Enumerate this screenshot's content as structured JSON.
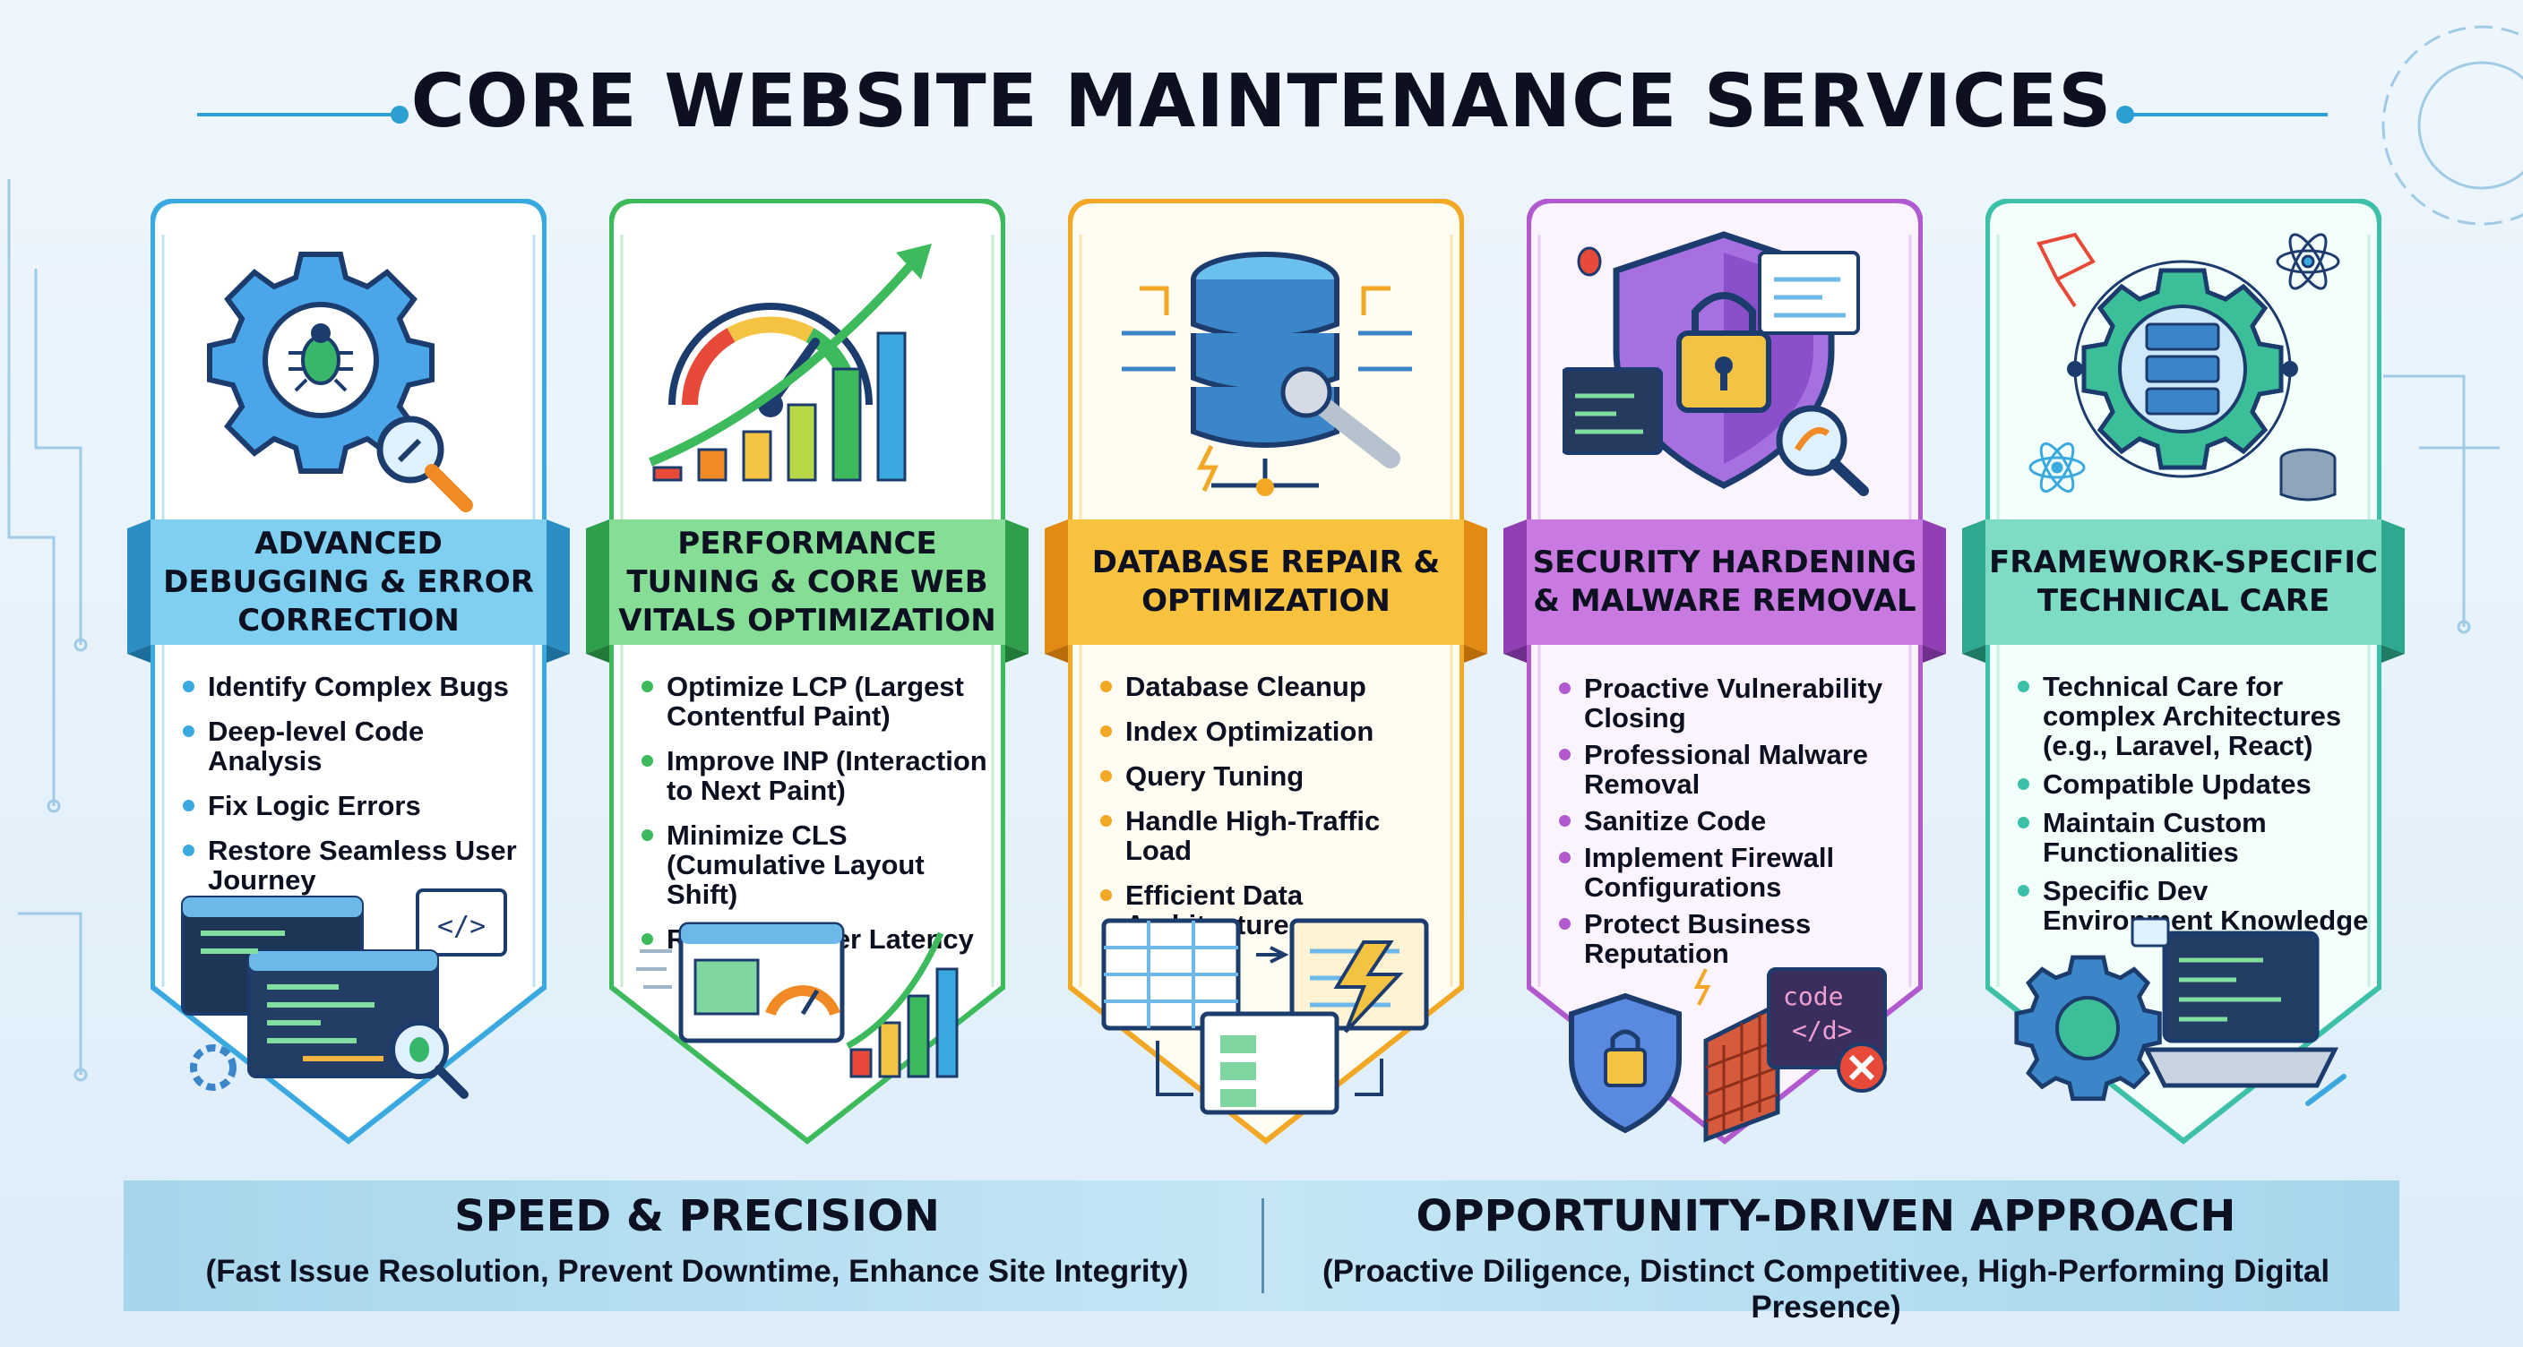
{
  "title": "CORE WEBSITE MAINTENANCE SERVICES",
  "colors": {
    "background": "#eef6fc",
    "blue": "#3aa9e0",
    "green": "#3cba5c",
    "orange": "#f2a725",
    "purple": "#b15ad0",
    "teal": "#3cc0a8",
    "footer": "#a6d6ec"
  },
  "cards": [
    {
      "heading": "ADVANCED DEBUGGING & ERROR CORRECTION",
      "icon": "bug-gear-magnifier-icon",
      "bottom_icon": "code-windows-bug-icon",
      "bullets": [
        "Identify Complex Bugs",
        "Deep-level Code Analysis",
        "Fix Logic Errors",
        "Restore Seamless User Journey"
      ]
    },
    {
      "heading": "PERFORMANCE TUNING & CORE WEB VITALS OPTIMIZATION",
      "icon": "speedometer-chart-icon",
      "bottom_icon": "dashboard-bar-chart-icon",
      "bullets": [
        "Optimize LCP (Largest Contentful Paint)",
        "Improve INP (Interaction to Next Paint)",
        "Minimize CLS (Cumulative Layout Shift)",
        "Reduce Server Latency"
      ]
    },
    {
      "heading": "DATABASE REPAIR & OPTIMIZATION",
      "icon": "database-wrench-icon",
      "bottom_icon": "data-tables-lightning-icon",
      "bullets": [
        "Database Cleanup",
        "Index Optimization",
        "Query Tuning",
        "Handle High-Traffic Load",
        "Efficient Data Architecture"
      ]
    },
    {
      "heading": "SECURITY HARDENING & MALWARE REMOVAL",
      "icon": "shield-lock-icon",
      "bottom_icon": "shield-firewall-code-icon",
      "bullets": [
        "Proactive Vulnerability Closing",
        "Professional Malware Removal",
        "Sanitize Code",
        "Implement Firewall Configurations",
        "Protect Business Reputation"
      ],
      "code_label": "code",
      "code_tag": "</d>"
    },
    {
      "heading": "FRAMEWORK-SPECIFIC TECHNICAL CARE",
      "icon": "framework-gear-server-icon",
      "bottom_icon": "gear-laptop-icon",
      "bullets": [
        "Technical Care for complex Architectures (e.g., Laravel, React)",
        "Compatible Updates",
        "Maintain Custom Functionalities",
        "Specific Dev Environment Knowledge"
      ]
    }
  ],
  "footer": {
    "left_heading": "SPEED & PRECISION",
    "left_sub": "(Fast Issue Resolution, Prevent Downtime, Enhance Site Integrity)",
    "right_heading": "OPPORTUNITY-DRIVEN APPROACH",
    "right_sub": "(Proactive Diligence, Distinct Competitivee, High-Performing Digital Presence)"
  }
}
